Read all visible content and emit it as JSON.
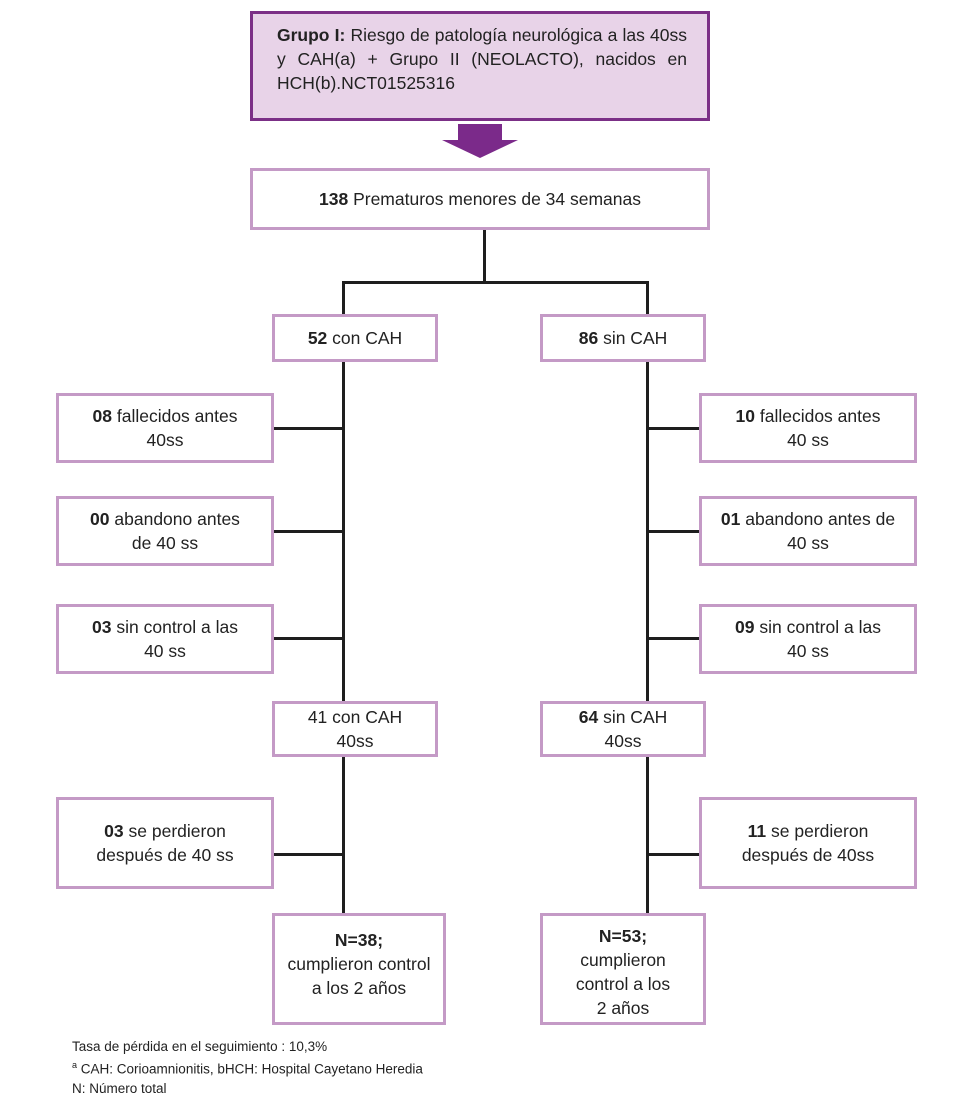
{
  "header": {
    "bold_label": "Grupo I:",
    "text": "Riesgo de patología neurológica a las 40ss y CAH(a) + Grupo II (NEOLACTO), nacidos en HCH(b).NCT01525316"
  },
  "top_box": {
    "count": "138",
    "label": "Prematuros menores de 34 semanas"
  },
  "left": {
    "start": {
      "count": "52",
      "label": "con CAH"
    },
    "exclusions": [
      {
        "count": "08",
        "line1": "fallecidos antes",
        "line2": "40ss"
      },
      {
        "count": "00",
        "line1": "abandono antes",
        "line2": "de 40 ss"
      },
      {
        "count": "03",
        "line1": "sin control a las",
        "line2": "40 ss"
      }
    ],
    "mid": {
      "line1": "41 con CAH",
      "line2": "40ss"
    },
    "lost": {
      "count": "03",
      "line1": "se perdieron",
      "line2": "después de 40 ss"
    },
    "final": {
      "n": "N=38;",
      "line1": "cumplieron control",
      "line2": "a los 2 años"
    }
  },
  "right": {
    "start": {
      "count": "86",
      "label": "sin CAH"
    },
    "exclusions": [
      {
        "count": "10",
        "line1": "fallecidos antes",
        "line2": "40 ss"
      },
      {
        "count": "01",
        "line1": "abandono antes de",
        "line2": "40 ss"
      },
      {
        "count": "09",
        "line1": "sin control a las",
        "line2": "40 ss"
      }
    ],
    "mid": {
      "count": "64",
      "line1": "sin CAH",
      "line2": "40ss"
    },
    "lost": {
      "count": "11",
      "line1": "se perdieron",
      "line2": "después de 40ss"
    },
    "final": {
      "n": "N=53;",
      "line1": "cumplieron",
      "line2": "control a los",
      "line3": "2 años"
    }
  },
  "footnotes": {
    "loss_rate": "Tasa de pérdida en el seguimiento : 10,3%",
    "sup": "a",
    "abbrev": "CAH: Corioamnionitis, bHCH: Hospital Cayetano Heredia",
    "n_def": "N: Número total"
  },
  "colors": {
    "box_border": "#c49ac6",
    "header_fill": "#e8d3e8",
    "header_border": "#7b2f86",
    "arrow": "#7b2a8a",
    "line": "#1e1e1e"
  }
}
